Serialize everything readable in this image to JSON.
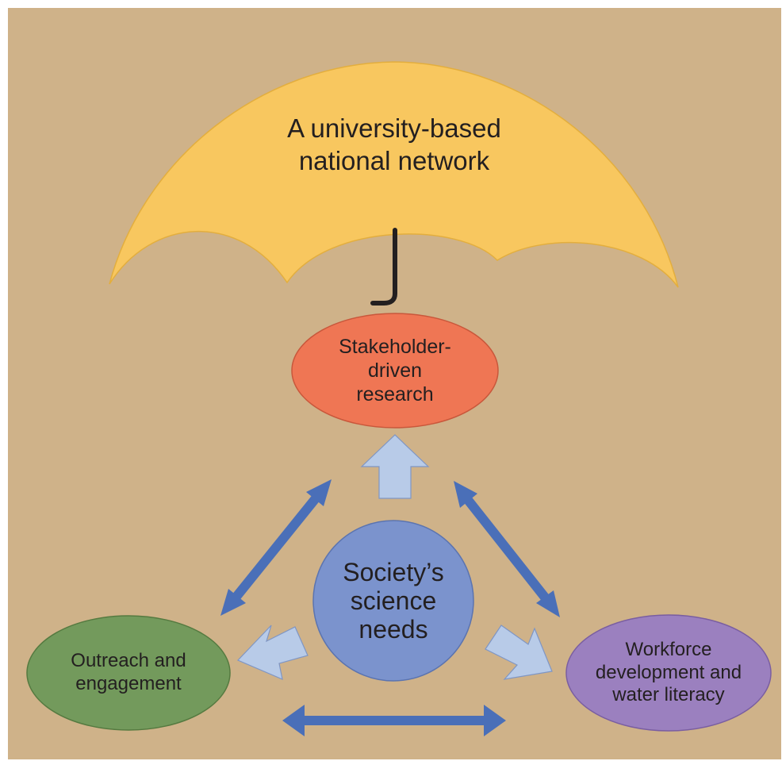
{
  "umbrella": {
    "title": "A university-based\nnational network"
  },
  "nodes": {
    "top": {
      "label": "Stakeholder-\ndriven\nresearch"
    },
    "center": {
      "label": "Society’s\nscience\nneeds"
    },
    "left": {
      "label": "Outreach and\nengagement"
    },
    "right": {
      "label": "Workforce\ndevelopment and\nwater literacy"
    }
  },
  "colors": {
    "background": "#cfb289",
    "umbrella": "#f8c75f",
    "top_node": "#ef7654",
    "center_node": "#7b93cd",
    "left_node": "#739a5c",
    "right_node": "#9b80bf",
    "arrow_light": "#b8cbe8",
    "arrow_dark": "#4a6fb8"
  }
}
